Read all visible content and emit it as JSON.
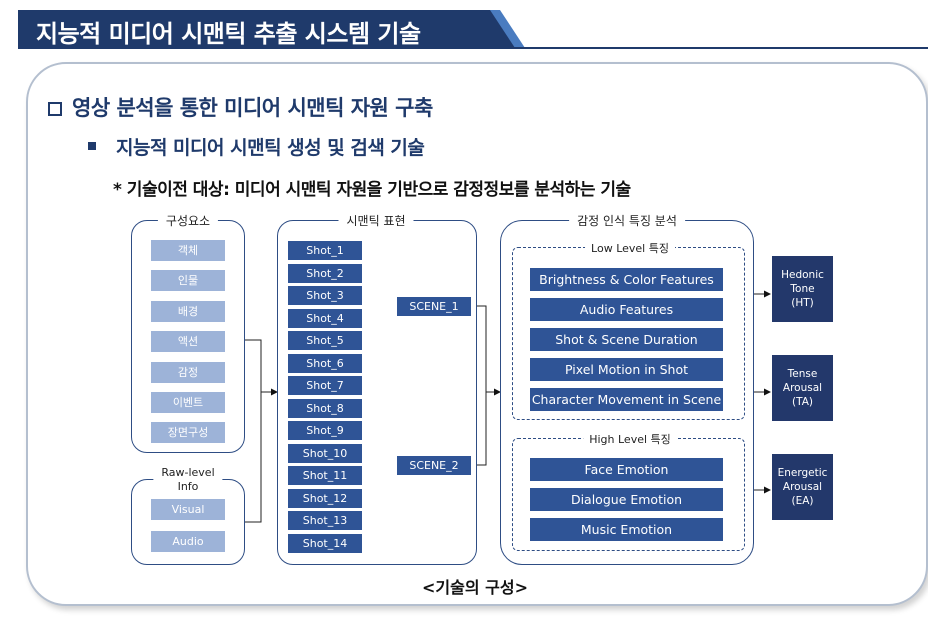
{
  "header": {
    "title": "지능적 미디어 시맨틱 추출 시스템 기술"
  },
  "content": {
    "heading1": "영상 분석을 통한 미디어 시맨틱 자원 구축",
    "heading2": "지능적 미디어 시맨틱 생성 및 검색 기술",
    "heading3": "* 기술이전 대상: 미디어 시맨틱 자원을 기반으로 감정정보를 분석하는 기술",
    "caption": "<기술의 구성>"
  },
  "diagram": {
    "components": {
      "label": "구성요소",
      "items": [
        "객체",
        "인물",
        "배경",
        "액션",
        "감정",
        "이벤트",
        "장면구성"
      ]
    },
    "raw_info": {
      "label_line1": "Raw-level",
      "label_line2": "Info",
      "items": [
        "Visual",
        "Audio"
      ]
    },
    "semantic": {
      "label": "시맨틱 표현",
      "shots": [
        "Shot_1",
        "Shot_2",
        "Shot_3",
        "Shot_4",
        "Shot_5",
        "Shot_6",
        "Shot_7",
        "Shot_8",
        "Shot_9",
        "Shot_10",
        "Shot_11",
        "Shot_12",
        "Shot_13",
        "Shot_14"
      ],
      "scenes": [
        "SCENE_1",
        "SCENE_2"
      ]
    },
    "emotion": {
      "label": "감정 인식 특징 분석",
      "low_level": {
        "label": "Low Level 특징",
        "features": [
          "Brightness & Color Features",
          "Audio Features",
          "Shot & Scene Duration",
          "Pixel Motion in Shot",
          "Character Movement in Scene"
        ]
      },
      "high_level": {
        "label": "High Level 특징",
        "features": [
          "Face Emotion",
          "Dialogue Emotion",
          "Music Emotion"
        ]
      }
    },
    "outputs": [
      {
        "line1": "Hedonic",
        "line2": "Tone",
        "line3": "(HT)"
      },
      {
        "line1": "Tense",
        "line2": "Arousal",
        "line3": "(TA)"
      },
      {
        "line1": "Energetic",
        "line2": "Arousal",
        "line3": "(EA)"
      }
    ],
    "colors": {
      "navy": "#1f3a6b",
      "item_dark": "#2f5496",
      "item_light": "#9db3d8",
      "output": "#23386b"
    }
  }
}
